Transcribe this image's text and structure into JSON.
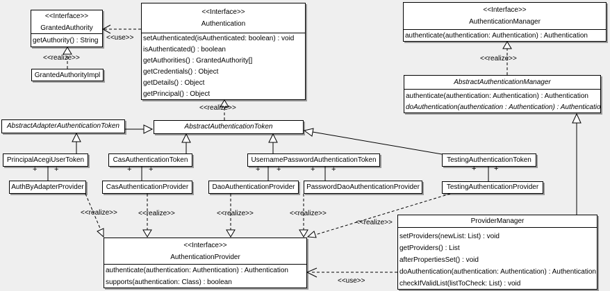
{
  "diagram": {
    "background_color": "#efefef",
    "box_fill": "#ffffff",
    "line_color": "#000000",
    "shadow_color": "#9a9a9a"
  },
  "classes": [
    {
      "id": "granted-authority",
      "stereotype": "<<Interface>>",
      "name": "GrantedAuthority",
      "methods": [
        "getAuthority() : String"
      ]
    },
    {
      "id": "granted-authority-impl",
      "name": "GrantedAuthorityImpl",
      "methods": []
    },
    {
      "id": "authentication",
      "stereotype": "<<Interface>>",
      "name": "Authentication",
      "methods": [
        "setAuthenticated(isAuthenticated: boolean) : void",
        "isAuthenticated() : boolean",
        "getAuthorities() : GrantedAuthority[]",
        "getCredentials() : Object",
        "getDetails() : Object",
        "getPrincipal() : Object"
      ]
    },
    {
      "id": "authentication-manager",
      "stereotype": "<<Interface>>",
      "name": "AuthenticationManager",
      "methods": [
        "authenticate(authentication: Authentication) : Authentication"
      ]
    },
    {
      "id": "abstract-authentication-manager",
      "name": "AbstractAuthenticationManager",
      "abstract": true,
      "methods": [
        "authenticate(authentication: Authentication) : Authentication",
        "doAuthentication(authentication : Authentication) : Authentication"
      ]
    },
    {
      "id": "abstract-adapter-authentication-token",
      "name": "AbstractAdapterAuthenticationToken",
      "abstract": true,
      "methods": []
    },
    {
      "id": "abstract-authentication-token",
      "name": "AbstractAuthenticationToken",
      "abstract": true,
      "methods": []
    },
    {
      "id": "principal-acegi-user-token",
      "name": "PrincipalAcegiUserToken",
      "methods": []
    },
    {
      "id": "cas-authentication-token",
      "name": "CasAuthenticationToken",
      "methods": []
    },
    {
      "id": "username-password-authentication-token",
      "name": "UsernamePasswordAuthenticationToken",
      "methods": []
    },
    {
      "id": "testing-authentication-token",
      "name": "TestingAuthenticationToken",
      "methods": []
    },
    {
      "id": "auth-by-adapter-provider",
      "name": "AuthByAdapterProvider",
      "methods": []
    },
    {
      "id": "cas-authentication-provider",
      "name": "CasAuthenticationProvider",
      "methods": []
    },
    {
      "id": "dao-authentication-provider",
      "name": "DaoAuthenticationProvider",
      "methods": []
    },
    {
      "id": "password-dao-authentication-provider",
      "name": "PasswordDaoAuthenticationProvider",
      "methods": []
    },
    {
      "id": "testing-authentication-provider",
      "name": "TestingAuthenticationProvider",
      "methods": []
    },
    {
      "id": "authentication-provider",
      "stereotype": "<<Interface>>",
      "name": "AuthenticationProvider",
      "methods": [
        "authenticate(authentication: Authentication) : Authentication",
        "supports(authentication: Class) : boolean"
      ]
    },
    {
      "id": "provider-manager",
      "name": "ProviderManager",
      "methods": [
        "setProviders(newList: List) : void",
        "getProviders() : List",
        "afterPropertiesSet() : void",
        "doAuthentication(authentication: Authentication) : Authentication",
        "checkIfValidList(listToCheck: List) : void"
      ]
    }
  ],
  "edges": [
    {
      "type": "use",
      "from": "authentication",
      "to": "granted-authority"
    },
    {
      "type": "realize",
      "from": "granted-authority-impl",
      "to": "granted-authority"
    },
    {
      "type": "realize",
      "from": "abstract-authentication-token",
      "to": "authentication"
    },
    {
      "type": "realize",
      "from": "abstract-authentication-manager",
      "to": "authentication-manager"
    },
    {
      "type": "generalization",
      "from": "abstract-adapter-authentication-token",
      "to": "abstract-authentication-token"
    },
    {
      "type": "generalization",
      "from": "principal-acegi-user-token",
      "to": "abstract-adapter-authentication-token"
    },
    {
      "type": "generalization",
      "from": "cas-authentication-token",
      "to": "abstract-authentication-token"
    },
    {
      "type": "generalization",
      "from": "username-password-authentication-token",
      "to": "abstract-authentication-token"
    },
    {
      "type": "generalization",
      "from": "testing-authentication-token",
      "to": "abstract-authentication-token"
    },
    {
      "type": "generalization",
      "from": "provider-manager",
      "to": "abstract-authentication-manager"
    },
    {
      "type": "association",
      "from": "principal-acegi-user-token",
      "to": "auth-by-adapter-provider"
    },
    {
      "type": "association",
      "from": "cas-authentication-token",
      "to": "cas-authentication-provider"
    },
    {
      "type": "association",
      "from": "username-password-authentication-token",
      "to": "dao-authentication-provider"
    },
    {
      "type": "association",
      "from": "username-password-authentication-token",
      "to": "password-dao-authentication-provider"
    },
    {
      "type": "association",
      "from": "testing-authentication-token",
      "to": "testing-authentication-provider"
    },
    {
      "type": "realize",
      "from": "auth-by-adapter-provider",
      "to": "authentication-provider"
    },
    {
      "type": "realize",
      "from": "cas-authentication-provider",
      "to": "authentication-provider"
    },
    {
      "type": "realize",
      "from": "dao-authentication-provider",
      "to": "authentication-provider"
    },
    {
      "type": "realize",
      "from": "password-dao-authentication-provider",
      "to": "authentication-provider"
    },
    {
      "type": "realize",
      "from": "testing-authentication-provider",
      "to": "authentication-provider"
    },
    {
      "type": "use",
      "from": "provider-manager",
      "to": "authentication-provider"
    }
  ],
  "labels": [
    {
      "text": "<<use>>"
    },
    {
      "text": "<<realize>>"
    },
    {
      "text": "<<realize>>"
    },
    {
      "text": "<<realize>>"
    },
    {
      "text": "<<realize>>"
    },
    {
      "text": "<<realize>>"
    },
    {
      "text": "<<realize>>"
    },
    {
      "text": "<<realize>>"
    },
    {
      "text": "<<realize>>"
    },
    {
      "text": "<<use>>"
    },
    {
      "text": "+"
    },
    {
      "text": "+"
    },
    {
      "text": "+"
    },
    {
      "text": "+"
    },
    {
      "text": "+"
    },
    {
      "text": "+"
    },
    {
      "text": "+"
    },
    {
      "text": "+"
    },
    {
      "text": "+"
    },
    {
      "text": "+"
    }
  ]
}
